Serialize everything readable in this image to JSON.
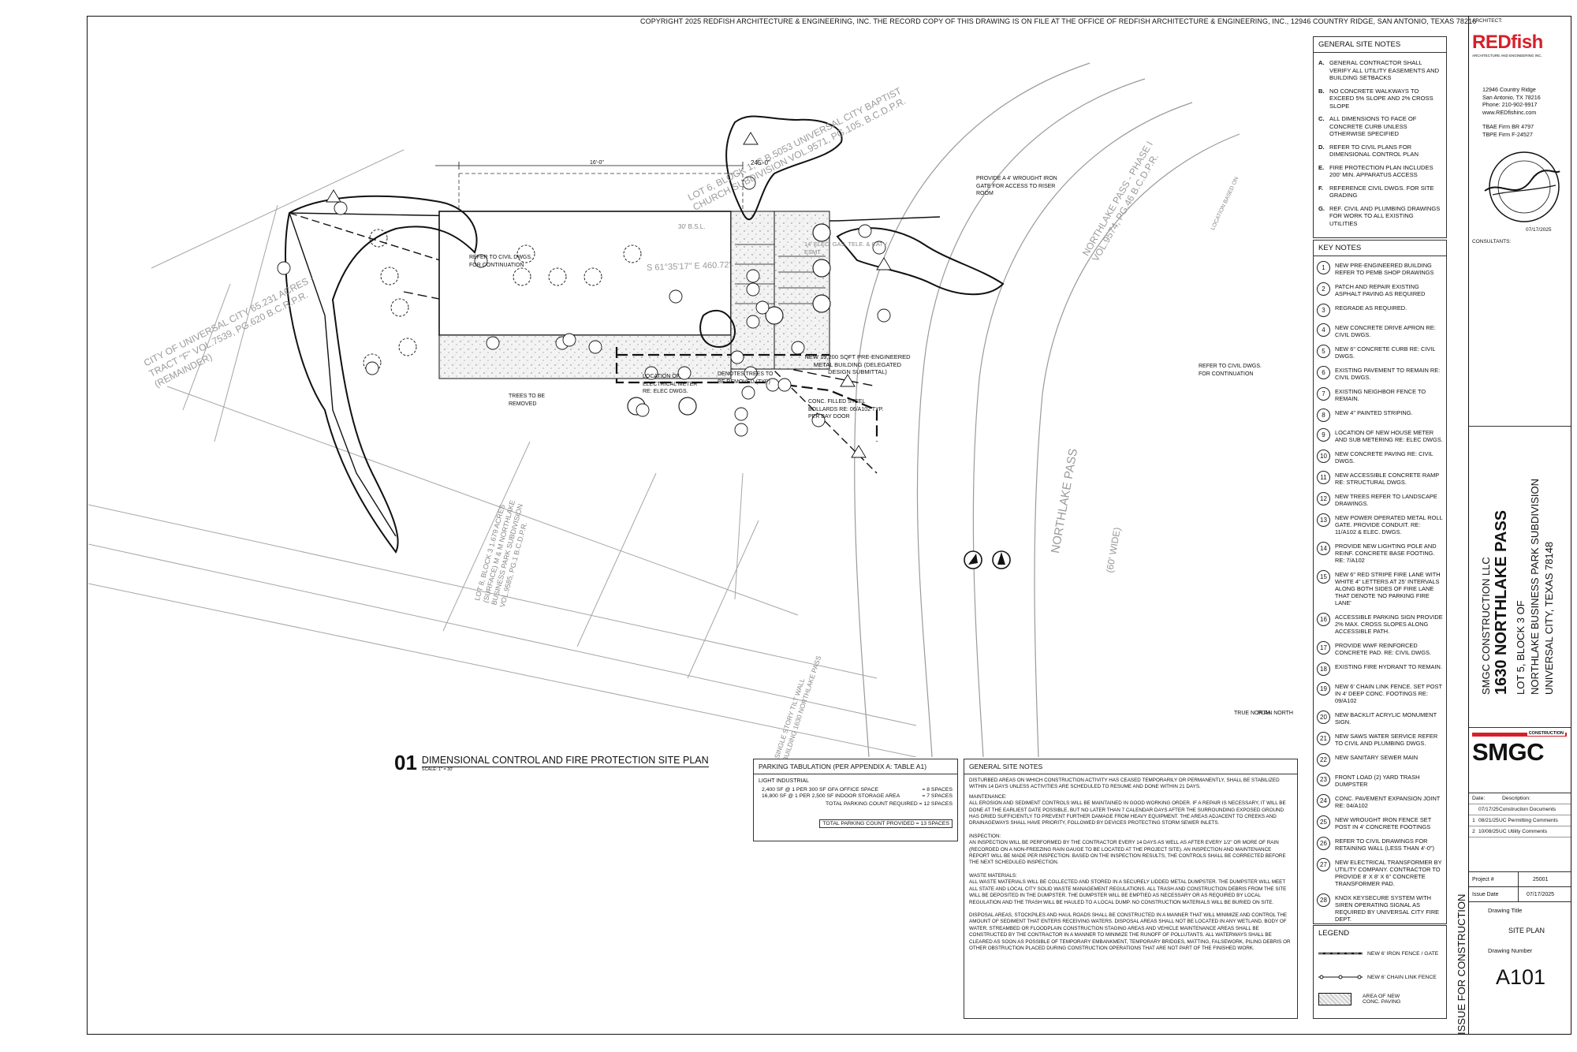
{
  "copyright": "COPYRIGHT 2025  REDFISH ARCHITECTURE & ENGINEERING, INC. THE RECORD COPY OF THIS DRAWING IS ON FILE AT THE OFFICE OF REDFISH ARCHITECTURE & ENGINEERING, INC., 12946 COUNTRY RIDGE, SAN ANTONIO, TEXAS 78216",
  "drawing_title": {
    "number": "01",
    "title": "DIMENSIONAL CONTROL AND FIRE PROTECTION SITE PLAN",
    "scale": "SCALE: 1\" = 30'"
  },
  "general_site_notes": {
    "title": "GENERAL SITE NOTES",
    "items": [
      {
        "letter": "A.",
        "text": "GENERAL CONTRACTOR SHALL VERIFY ALL UTILITY EASEMENTS AND BUILDING SETBACKS"
      },
      {
        "letter": "B.",
        "text": "NO CONCRETE WALKWAYS TO EXCEED 5% SLOPE AND 2% CROSS SLOPE"
      },
      {
        "letter": "C.",
        "text": "ALL DIMENSIONS TO FACE OF CONCRETE CURB UNLESS OTHERWISE SPECIFIED"
      },
      {
        "letter": "D.",
        "text": "REFER TO CIVIL PLANS FOR DIMENSIONAL CONTROL PLAN"
      },
      {
        "letter": "E.",
        "text": "FIRE PROTECTION PLAN INCLUDES 200' MIN. APPARATUS ACCESS"
      },
      {
        "letter": "F.",
        "text": "REFERENCE CIVIL DWGS. FOR SITE GRADING"
      },
      {
        "letter": "G.",
        "text": "REF. CIVIL AND PLUMBING DRAWINGS FOR WORK TO ALL EXISTING UTILITIES"
      }
    ]
  },
  "key_notes": {
    "title": "KEY NOTES",
    "items": [
      {
        "n": "1",
        "text": "NEW PRE-ENGINEERED BUILDING REFER TO PEMB SHOP DRAWINGS"
      },
      {
        "n": "2",
        "text": "PATCH AND REPAIR EXISTING ASPHALT PAVING AS REQUIRED"
      },
      {
        "n": "3",
        "text": "REGRADE AS REQUIRED."
      },
      {
        "n": "4",
        "text": "NEW CONCRETE DRIVE APRON RE: CIVIL DWGS."
      },
      {
        "n": "5",
        "text": "NEW 6\" CONCRETE CURB RE: CIVIL DWGS."
      },
      {
        "n": "6",
        "text": "EXISTING PAVEMENT TO REMAIN RE: CIVIL DWGS."
      },
      {
        "n": "7",
        "text": "EXISTING NEIGHBOR FENCE TO REMAIN."
      },
      {
        "n": "8",
        "text": "NEW 4\" PAINTED STRIPING."
      },
      {
        "n": "9",
        "text": "LOCATION OF NEW HOUSE METER AND SUB METERING RE: ELEC DWGS."
      },
      {
        "n": "10",
        "text": "NEW CONCRETE PAVING RE: CIVIL DWGS."
      },
      {
        "n": "11",
        "text": "NEW ACCESSIBLE CONCRETE RAMP RE: STRUCTURAL DWGS."
      },
      {
        "n": "12",
        "text": "NEW TREES REFER TO LANDSCAPE DRAWINGS."
      },
      {
        "n": "13",
        "text": "NEW POWER OPERATED METAL ROLL GATE. PROVIDE CONDUIT. RE: 11/A102 & ELEC. DWGS."
      },
      {
        "n": "14",
        "text": "PROVIDE NEW LIGHTING POLE AND REINF. CONCRETE BASE FOOTING. RE: 7/A102"
      },
      {
        "n": "15",
        "text": "NEW 6\" RED STRIPE FIRE LANE WITH WHITE 4\" LETTERS AT 25' INTERVALS ALONG BOTH SIDES OF FIRE LANE THAT DENOTE 'NO PARKING FIRE LANE'"
      },
      {
        "n": "16",
        "text": "ACCESSIBLE PARKING SIGN PROVIDE 2% MAX. CROSS SLOPES ALONG ACCESSIBLE PATH."
      },
      {
        "n": "17",
        "text": "PROVIDE WWF REINFORCED CONCRETE PAD. RE: CIVIL DWGS."
      },
      {
        "n": "18",
        "text": "EXISTING FIRE HYDRANT TO REMAIN."
      },
      {
        "n": "19",
        "text": "NEW 6' CHAIN LINK FENCE. SET POST IN 4' DEEP CONC. FOOTINGS RE: 09/A102"
      },
      {
        "n": "20",
        "text": "NEW BACKLIT ACRYLIC MONUMENT SIGN."
      },
      {
        "n": "21",
        "text": "NEW SAWS WATER SERVICE REFER TO CIVIL AND PLUMBING DWGS."
      },
      {
        "n": "22",
        "text": "NEW SANITARY SEWER MAIN"
      },
      {
        "n": "23",
        "text": "FRONT LOAD (2) YARD TRASH DUMPSTER"
      },
      {
        "n": "24",
        "text": "CONC. PAVEMENT EXPANSION JOINT RE: 04/A102"
      },
      {
        "n": "25",
        "text": "NEW WROUGHT IRON FENCE SET POST IN 4' CONCRETE FOOTINGS"
      },
      {
        "n": "26",
        "text": "REFER TO CIVIL DRAWINGS FOR RETAINING WALL (LESS THAN 4'-0\")"
      },
      {
        "n": "27",
        "text": "NEW ELECTRICAL TRANSFORMER BY UTILITY COMPANY. CONTRACTOR TO PROVIDE 8' X 8' X 6\" CONCRETE TRANSFORMER PAD."
      },
      {
        "n": "28",
        "text": "KNOX KEYSECURE SYSTEM WITH SIREN OPERATING SIGNAL AS REQUIRED BY UNIVERSAL CITY FIRE DEPT."
      }
    ]
  },
  "legend": {
    "title": "LEGEND",
    "items": [
      {
        "text": "NEW 6' IRON FENCE / GATE"
      },
      {
        "text": "NEW 6' CHAIN LINK FENCE"
      },
      {
        "text": "AREA OF NEW CONC. PAVING"
      }
    ]
  },
  "parking": {
    "title": "PARKING TABULATION (PER APPENDIX A:  TABLE A1)",
    "category": "LIGHT INDUSTRIAL",
    "rows": [
      {
        "left": "2,400 SF @ 1 PER 300 SF GFA OFFICE SPACE",
        "right": "= 8 SPACES"
      },
      {
        "left": "16,800 SF @ 1 PER 2,500 SF INDOOR STORAGE AREA",
        "right": "= 7 SPACES"
      }
    ],
    "required": "TOTAL PARKING COUNT REQUIRED = 12 SPACES",
    "provided": "TOTAL PARKING COUNT PROVIDED = 13 SPACES"
  },
  "general_notes_bottom": {
    "title": "GENERAL SITE NOTES",
    "paragraphs": [
      "DISTURBED AREAS ON WHICH CONSTRUCTION ACTIVITY HAS CEASED TEMPORARILY OR PERMANENTLY, SHALL BE STABILIZED WITHIN 14 DAYS UNLESS ACTIVITIES ARE SCHEDULED TO RESUME AND DONE WITHIN 21 DAYS.",
      "MAINTENANCE:",
      "ALL EROSION AND SEDIMENT CONTROLS WILL BE MAINTAINED IN GOOD WORKING ORDER. IF A REPAIR IS NECESSARY, IT WILL BE DONE AT THE EARLIEST DATE POSSIBLE, BUT NO LATER THAN 7 CALENDAR DAYS AFTER THE SURROUNDING EXPOSED GROUND HAS DRIED SUFFICIENTLY TO PREVENT FURTHER DAMAGE FROM HEAVY EQUIPMENT. THE AREAS ADJACENT TO CREEKS AND DRAINAGEWAYS SHALL HAVE PRIORITY, FOLLOWED BY DEVICES PROTECTING STORM SEWER INLETS.",
      "INSPECTION:",
      "AN INSPECTION WILL BE PERFORMED BY THE CONTRACTOR EVERY 14 DAYS AS WELL AS AFTER EVERY 1/2\" OR MORE OF RAIN (RECORDED ON A NON-FREEZING RAIN GAUGE TO BE LOCATED AT THE PROJECT SITE). AN INSPECTION AND MAINTENANCE REPORT WILL BE MADE PER INSPECTION. BASED ON THE INSPECTION RESULTS, THE CONTROLS SHALL BE CORRECTED BEFORE THE NEXT SCHEDULED INSPECTION.",
      "WASTE MATERIALS:",
      "ALL WASTE MATERIALS WILL BE COLLECTED AND STORED IN A SECURELY LIDDED METAL DUMPSTER. THE DUMPSTER WILL MEET ALL STATE AND LOCAL CITY SOLID WASTE MANAGEMENT REGULATIONS. ALL TRASH AND CONSTRUCTION DEBRIS FROM THE SITE WILL BE DEPOSITED IN THE DUMPSTER. THE DUMPSTER WILL BE EMPTIED AS NECESSARY OR AS REQUIRED BY LOCAL REGULATION AND THE TRASH WILL BE HAULED TO A LOCAL DUMP. NO CONSTRUCTION MATERIALS WILL BE BURIED ON SITE.",
      "DISPOSAL AREAS, STOCKPILES AND HAUL ROADS SHALL BE CONSTRUCTED IN A MANNER THAT WILL MINIMIZE AND CONTROL THE AMOUNT OF SEDIMENT THAT ENTERS RECEIVING WATERS. DISPOSAL AREAS SHALL NOT BE LOCATED IN ANY WETLAND, BODY OF WATER, STREAMBED OR FLOODPLAIN CONSTRUCTION STAGING AREAS AND VEHICLE MAINTENANCE AREAS SHALL BE CONSTRUCTED BY THE CONTRACTOR IN A MANNER TO MINIMIZE THE RUNOFF OF POLLUTANTS. ALL WATERWAYS SHALL BE CLEARED AS SOON AS POSSIBLE OF TEMPORARY EMBANKMENT, TEMPORARY BRIDGES, MATTING, FALSEWORK, PILING DEBRIS OR OTHER OBSTRUCTION PLACED DURING CONSTRUCTION OPERATIONS THAT ARE NOT PART OF THE FINISHED WORK."
    ]
  },
  "title_block": {
    "architect_label": "ARCHITECT:",
    "firm_logo_red": "REDfish",
    "firm_logo_sub": "ARCHITECTURE AND ENGINEERING INC.",
    "address_lines": [
      "12946 Country Ridge",
      "San Antonio, TX 78216",
      "Phone: 210-902-9917",
      "www.REDfishinc.com"
    ],
    "firm_numbers": [
      "TBAE Firm BR 4797",
      "TBPE Firm F-24527"
    ],
    "seal_date": "07/17/2025",
    "consultants_label": "CONSULTANTS:",
    "project_lines": [
      "SMGC CONSTRUCTION LLC",
      "1630 NORTHLAKE PASS",
      "LOT 5, BLOCK 3 OF",
      "NORTHLAKE BUSINESS PARK SUBDIVISION",
      "UNIVERSAL CITY, TEXAS 78148"
    ],
    "contractor_logo_top": "CONSTRUCTION",
    "contractor_logo": "SMGC",
    "revisions_header": {
      "date": "Date:",
      "description": "Description:"
    },
    "revisions": [
      {
        "mark": "",
        "date": "07/17/25",
        "desc": "Construction Documents"
      },
      {
        "mark": "1",
        "date": "08/21/25",
        "desc": "UC Permitting Comments"
      },
      {
        "mark": "2",
        "date": "10/08/25",
        "desc": "UC Utility Comments"
      }
    ],
    "project_no_label": "Project #",
    "project_no": "25001",
    "issue_date_label": "Issue Date",
    "issue_date": "07/17/2025",
    "drawing_title_label": "Drawing Title",
    "drawing_title": "SITE PLAN",
    "drawing_number_label": "Drawing Number",
    "drawing_number": "A101",
    "issue_stamp": "ISSUE FOR CONSTRUCTION"
  },
  "plan_labels": {
    "north_true": "TRUE NORTH",
    "north_plan": "PLAN NORTH",
    "building": "NEW 19,200 SQFT PRE-ENGINEERED METAL BUILDING (DELEGATED DESIGN SUBMITTAL)",
    "lot_north": "LOT 6, BLOCK 1, C.B.5053 UNIVERSAL CITY BAPTIST CHURCH SUBDIVISION VOL.9571, PG.105, B.C.D.P.R.",
    "lot_west": "CITY OF UNIVERSAL CITY 65.231 ACRES - TRACT \"F\" VOL.7539, PG.620 B.C.R.P.R. (REMAINDER)",
    "road_east": "NORTHLAKE PASS - PHASE I VOL.9574, PG.46 B.C.D.P.R.",
    "road_name": "NORTHLAKE PASS",
    "road_width": "(60' WIDE)",
    "bearing": "S 61°35'17\" E  460.72'",
    "trees": "TREES TO BE REMOVED",
    "denote_trees": "DENOTES TREES TO BE REMOVED (TYP)",
    "elec_meter": "LOCATION OF ELECTRICAL METER RE: ELEC DWGS.",
    "bollards": "CONC. FILLED STEEL BOLLARDS RE: 06/A102 TYP. PER BAY DOOR",
    "refer_civil": "REFER TO CIVIL DWGS. FOR CONTINUATION",
    "refer_civil_right": "REFER TO CIVIL DWGS. FOR CONTINUATION",
    "wrought_iron": "PROVIDE A 4' WROUGHT IRON GATE FOR ACCESS TO RISER ROOM",
    "lot_south": "LOT 8, BLOCK 3 1.679 ACRES (SURFACE) M & M NORTHLAKE BUSINESS PARK SUBDIVISION VOL.9585, PG.1 B.C.D.P.R.",
    "existing_building": "SINGLE STORY TILT WALL BUILDING 1630 NORTHLAKE PASS",
    "dim_245": "245'-0\"",
    "dim_16": "16'-0\"",
    "dim_30bsl": "30' B.S.L.",
    "elec_esmt": "14' ELEC. GAS, TELE. & CATV ESMT.",
    "location_based": "LOCATION BASED ON"
  },
  "colors": {
    "logo_red": "#d6202a",
    "ink": "#111111",
    "grey_line": "#9a9a9a"
  }
}
